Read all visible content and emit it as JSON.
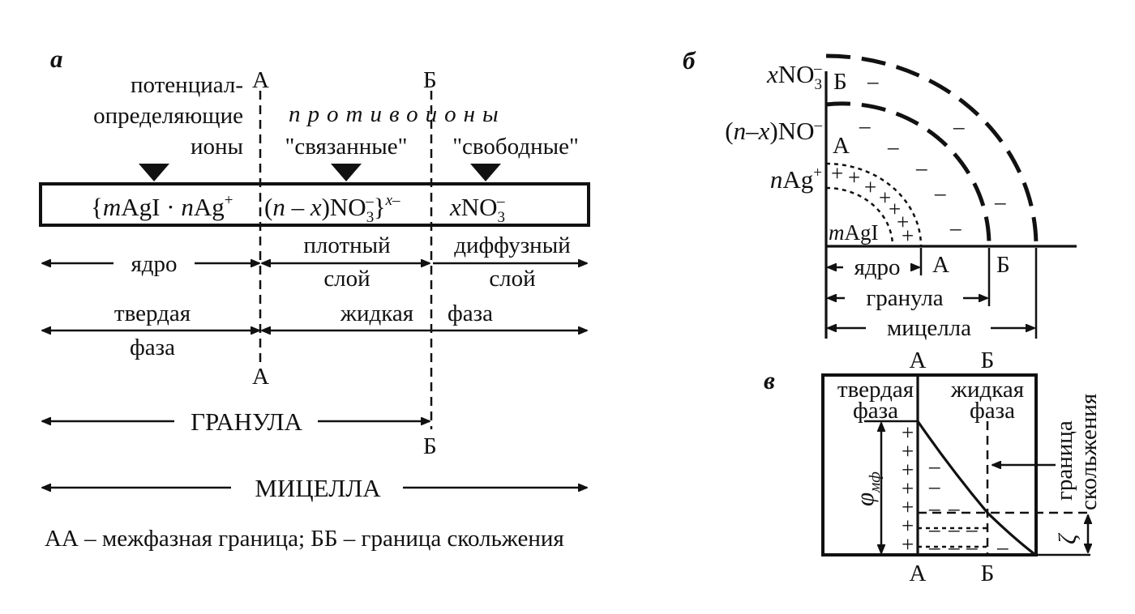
{
  "panel_a": {
    "label": "а",
    "mark_A": "А",
    "mark_B": "Б",
    "potential_ions_1": "потенциал-",
    "potential_ions_2": "определяющие",
    "potential_ions_3": "ионы",
    "counter_ions": "противоионы",
    "bound": "\"связанные\"",
    "free": "\"свободные\"",
    "formula_core_1": "{",
    "formula_core_2": "m",
    "formula_core_3": "AgI · ",
    "formula_core_4": "n",
    "formula_core_5": "Ag",
    "formula_core_sup": "+",
    "formula_dense_1": "(",
    "formula_dense_2": "n",
    "formula_dense_3": " – ",
    "formula_dense_4": "x",
    "formula_dense_5": ")NO",
    "formula_dense_sub": "3",
    "formula_dense_sup1": "–",
    "formula_dense_6": "}",
    "formula_dense_sup2": "x–",
    "formula_diff_1": "x",
    "formula_diff_2": "NO",
    "formula_diff_sub": "3",
    "formula_diff_sup": "–",
    "core": "ядро",
    "dense_1": "плотный",
    "dense_2": "слой",
    "diffuse_1": "диффузный",
    "diffuse_2": "слой",
    "solid_1": "твердая",
    "solid_2": "фаза",
    "liquid_1": "жидкая",
    "liquid_2": "фаза",
    "granule": "ГРАНУЛА",
    "micelle": "МИЦЕЛЛА",
    "caption": "АА – межфазная граница; ББ – граница скольжения"
  },
  "panel_b": {
    "label": "б",
    "xno3_1": "x",
    "xno3_2": "NO",
    "xno3_sub": "3",
    "xno3_sup": "–",
    "nxno_1": "(",
    "nxno_2": "n",
    "nxno_3": "–",
    "nxno_4": "x",
    "nxno_5": ")NO",
    "nxno_sup": "–",
    "nag_1": "n",
    "nag_2": "Ag",
    "nag_sup": "+",
    "magi_1": "m",
    "magi_2": "AgI",
    "mark_A": "А",
    "mark_B": "Б",
    "core": "ядро",
    "granule": "гранула",
    "micelle": "мицелла",
    "plus": "+",
    "minus": "–"
  },
  "panel_c": {
    "label": "в",
    "mark_A": "А",
    "mark_B": "Б",
    "solid_1": "твердая",
    "solid_2": "фаза",
    "liquid_1": "жидкая",
    "liquid_2": "фаза",
    "slip_1": "граница",
    "slip_2": "скольжения",
    "phi": "φ",
    "phi_sub": "мф",
    "zeta": "ζ",
    "plus": "+",
    "minus": "–"
  }
}
